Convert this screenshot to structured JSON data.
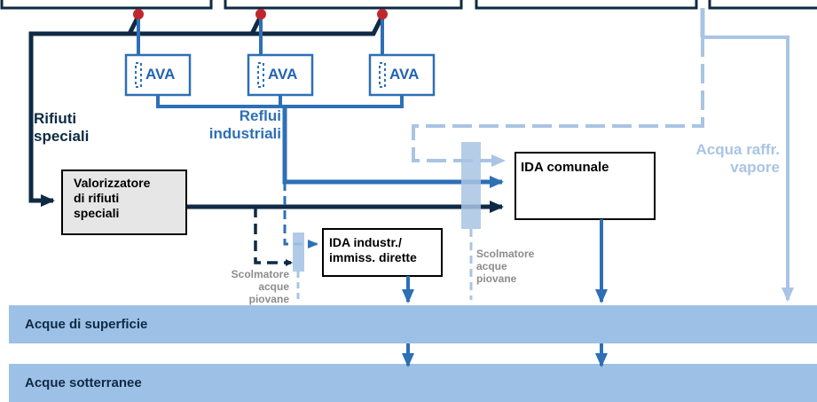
{
  "labels": {
    "ava": "AVA",
    "rifiuti_speciali": [
      "Rifiuti",
      "speciali"
    ],
    "reflui_industriali": [
      "Reflui",
      "industriali"
    ],
    "acqua_raffr": [
      "Acqua raffr.",
      "vapore"
    ],
    "valorizzatore": [
      "Valorizzatore",
      "di rifiuti",
      "speciali"
    ],
    "ida_comunale": "IDA comunale",
    "ida_industr": [
      "IDA industr./",
      "immiss. dirette"
    ],
    "scolmatore": [
      "Scolmatore",
      "acque",
      "piovane"
    ],
    "acque_superficie": "Acque di superficie",
    "acque_sotterranee": "Acque sotterranee"
  },
  "colors": {
    "dark_navy": "#0f2a44",
    "mid_blue": "#2e6fb5",
    "light_blue": "#a9c4e4",
    "band_blue": "#9dc0e6",
    "grey_text": "#8c8c8c",
    "node_red": "#c0272d",
    "valorizzatore_fill": "#e6e6e6"
  }
}
